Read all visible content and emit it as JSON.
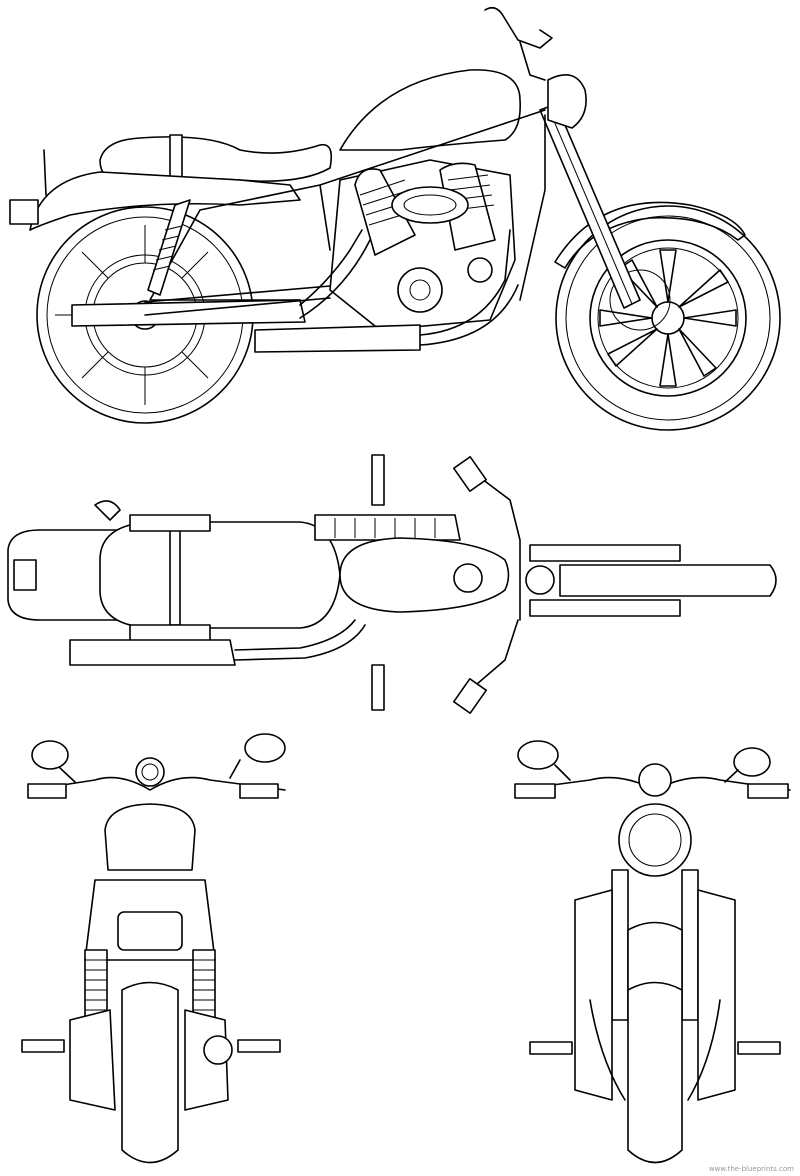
{
  "drawing": {
    "subject": "motorcycle-blueprint",
    "views": [
      "side-view",
      "top-view",
      "rear-view",
      "front-view"
    ],
    "colors": {
      "line": "#000000",
      "background": "#ffffff",
      "watermark": "#999999"
    }
  },
  "watermark": {
    "text": "www.the-blueprints.com"
  }
}
